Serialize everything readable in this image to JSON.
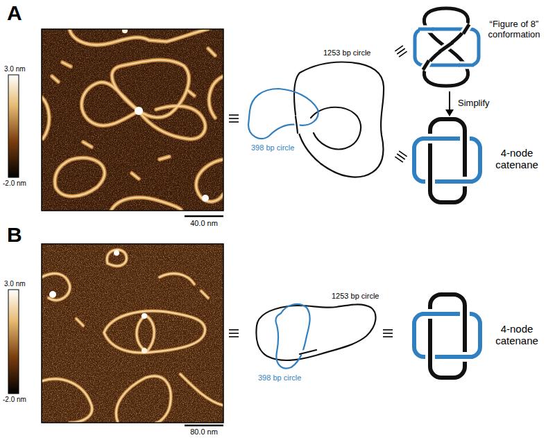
{
  "diagram": {
    "labels": [
      "A",
      "3.0 nm",
      "-2.0 nm",
      "40.0 nm",
      "1253 bp circle",
      "398 bp circle",
      "“Figure of 8” conformation",
      "Simplify",
      "4-node catenane",
      "B",
      "3.0 nm",
      "-2.0 nm",
      "80.0 nm",
      "1253 bp circle",
      "398 bp circle",
      "4-node catenane"
    ]
  }
}
